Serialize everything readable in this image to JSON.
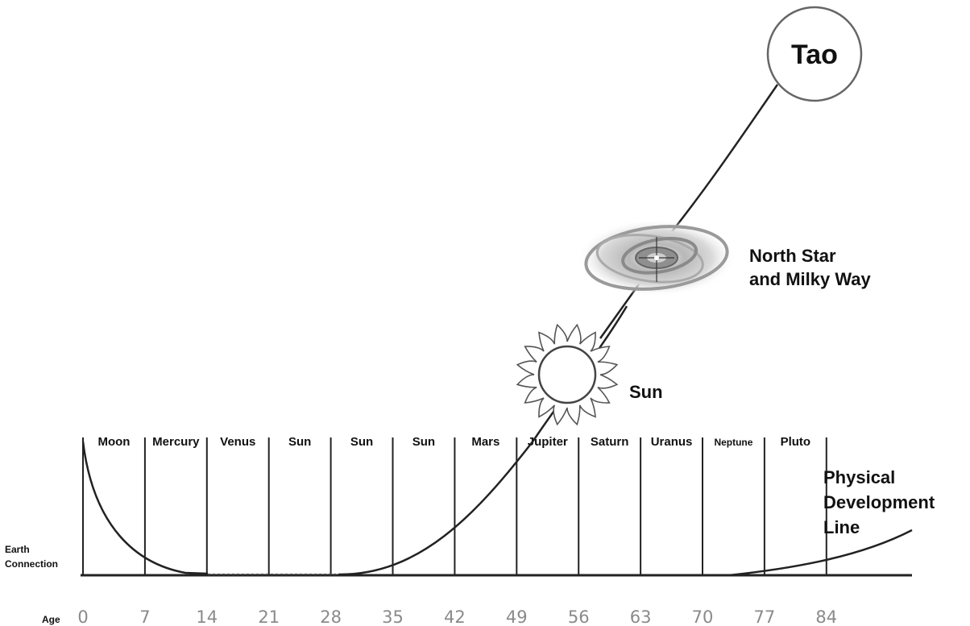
{
  "diagram": {
    "ages": [
      "0",
      "7",
      "14",
      "21",
      "28",
      "35",
      "42",
      "49",
      "56",
      "63",
      "70",
      "77",
      "84"
    ],
    "planets": [
      "Moon",
      "Mercury",
      "Venus",
      "Sun",
      "Sun",
      "Sun",
      "Mars",
      "Jupiter",
      "Saturn",
      "Uranus",
      "Neptune",
      "Pluto"
    ],
    "age_label": "Age",
    "earth_label_1": "Earth",
    "earth_label_2": "Connection",
    "physical_label_1": "Physical",
    "physical_label_2": "Development",
    "physical_label_3": "Line",
    "sun_label": "Sun",
    "galaxy_label_1": "North Star",
    "galaxy_label_2": "and Milky Way",
    "tao_label": "Tao",
    "icons": {
      "sun": "sun-icon",
      "galaxy": "milky-way-icon",
      "tao": "tao-circle-icon"
    }
  }
}
